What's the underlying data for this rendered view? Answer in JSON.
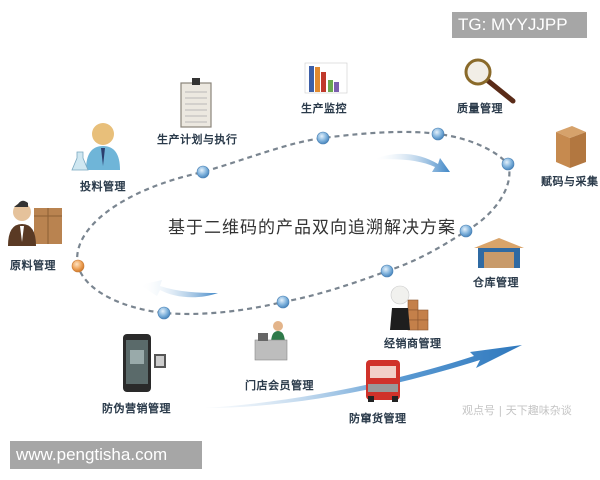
{
  "diagram": {
    "title": "基于二维码的产品双向追溯解决方案",
    "nodes": [
      {
        "id": "raw",
        "label": "原料管理",
        "icon": "worker-with-box-icon"
      },
      {
        "id": "feed",
        "label": "投料管理",
        "icon": "scientist-flask-icon"
      },
      {
        "id": "plan",
        "label": "生产计划与执行",
        "icon": "clipboard-icon"
      },
      {
        "id": "monitor",
        "label": "生产监控",
        "icon": "bar-chart-icon"
      },
      {
        "id": "quality",
        "label": "质量管理",
        "icon": "magnifier-icon"
      },
      {
        "id": "coding",
        "label": "赋码与采集",
        "icon": "cardboard-box-icon"
      },
      {
        "id": "warehouse",
        "label": "仓库管理",
        "icon": "warehouse-icon"
      },
      {
        "id": "dealer",
        "label": "经销商管理",
        "icon": "dealer-with-boxes-icon"
      },
      {
        "id": "store",
        "label": "门店会员管理",
        "icon": "cashier-icon"
      },
      {
        "id": "anticounterfeit",
        "label": "防伪营销管理",
        "icon": "smartphone-qr-icon"
      },
      {
        "id": "antidiversion",
        "label": "防窜货管理",
        "icon": "truck-icon"
      }
    ],
    "colors": {
      "loop_dash": "#7a8590",
      "node_blue": "#6fa6d6",
      "node_orange": "#e89a4a",
      "arrow_blue": "#3f86c6",
      "label_text": "#2a3a4a"
    }
  },
  "watermarks": {
    "top_right": "TG: MYYJJPP",
    "bottom_left": "www.pengtisha.com",
    "bottom_right": "观点号 | 天下趣味杂谈"
  }
}
